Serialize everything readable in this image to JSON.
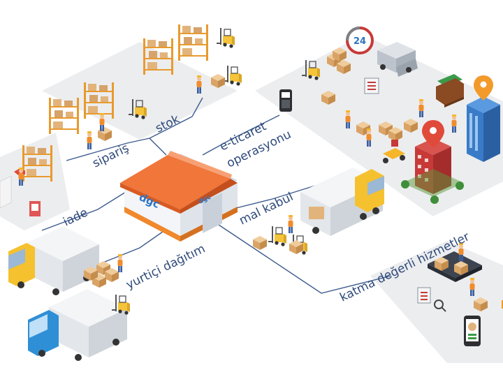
{
  "warehouse": {
    "brand": "dgc",
    "brand_small": "dgc"
  },
  "labels": {
    "stok": "stok",
    "siparis": "sipariş",
    "eticaret_line1": "e-ticaret",
    "eticaret_line2": "operasyonu",
    "iade": "iade",
    "mal_kabul": "mal kabul",
    "yurtici": "yurtiçi dağıtım",
    "katma": "katma değerli hizmetler"
  },
  "badges": {
    "clock": "24"
  },
  "colors": {
    "line": "#3d5b8f",
    "platform": "#ecedef",
    "roof": "#f0763a",
    "truck_yellow": "#f5c12e",
    "truck_blue": "#2f8fd6",
    "building_red": "#c73a38",
    "building_blue": "#3a7bc8",
    "pin_orange": "#f29a2a",
    "pin_red": "#e04a3a",
    "shelf": "#e89a2e",
    "box": "#e2b47c"
  }
}
